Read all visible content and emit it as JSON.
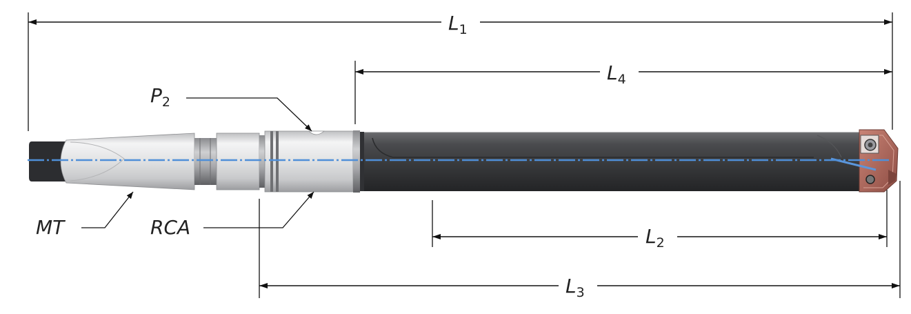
{
  "labels": {
    "l1": {
      "main": "L",
      "sub": "1"
    },
    "l2": {
      "main": "L",
      "sub": "2"
    },
    "l3": {
      "main": "L",
      "sub": "3"
    },
    "l4": {
      "main": "L",
      "sub": "4"
    },
    "p2": {
      "main": "P",
      "sub": "2"
    },
    "mt": "MT",
    "rca": "RCA"
  },
  "colors": {
    "shank_light": "#e3e4e5",
    "body_dark": "#3b3c3e",
    "axis_line": "#4f8fd8",
    "insert": "#b36a5e",
    "line": "#111111"
  }
}
